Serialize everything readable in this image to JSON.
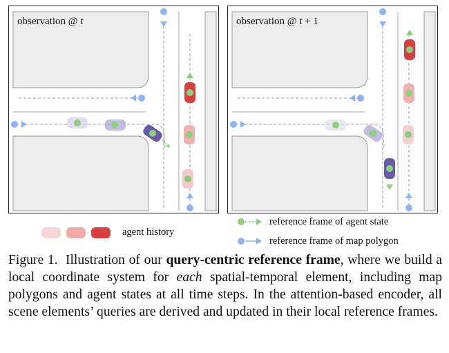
{
  "panels": [
    {
      "title_text": "observation @ ",
      "title_var": "t",
      "title_suffix": ""
    },
    {
      "title_text": "observation @ ",
      "title_var": "t",
      "title_suffix": " + 1"
    }
  ],
  "legend": {
    "agent_history": "agent history",
    "agent_state_frame": "reference frame of agent state",
    "map_polygon_frame": "reference frame of map polygon"
  },
  "colors": {
    "agent_state": "#8ccf7e",
    "map_polygon": "#8fb2f0",
    "agent_current_left": "#d64040",
    "agent_current_ego": "#6a5aa8",
    "sidewalk": "#ececec"
  },
  "caption": {
    "figure_label": "Figure 1.",
    "text_1": "Illustration of our",
    "bold": "query-centric reference frame",
    "text_2": ", where we build a local coordinate system for",
    "italic": "each",
    "text_3": "spatial-temporal element, including map polygons and agent states at all time steps. In the attention-based encoder, all scene elements’ queries are derived and updated in their local reference frames."
  }
}
